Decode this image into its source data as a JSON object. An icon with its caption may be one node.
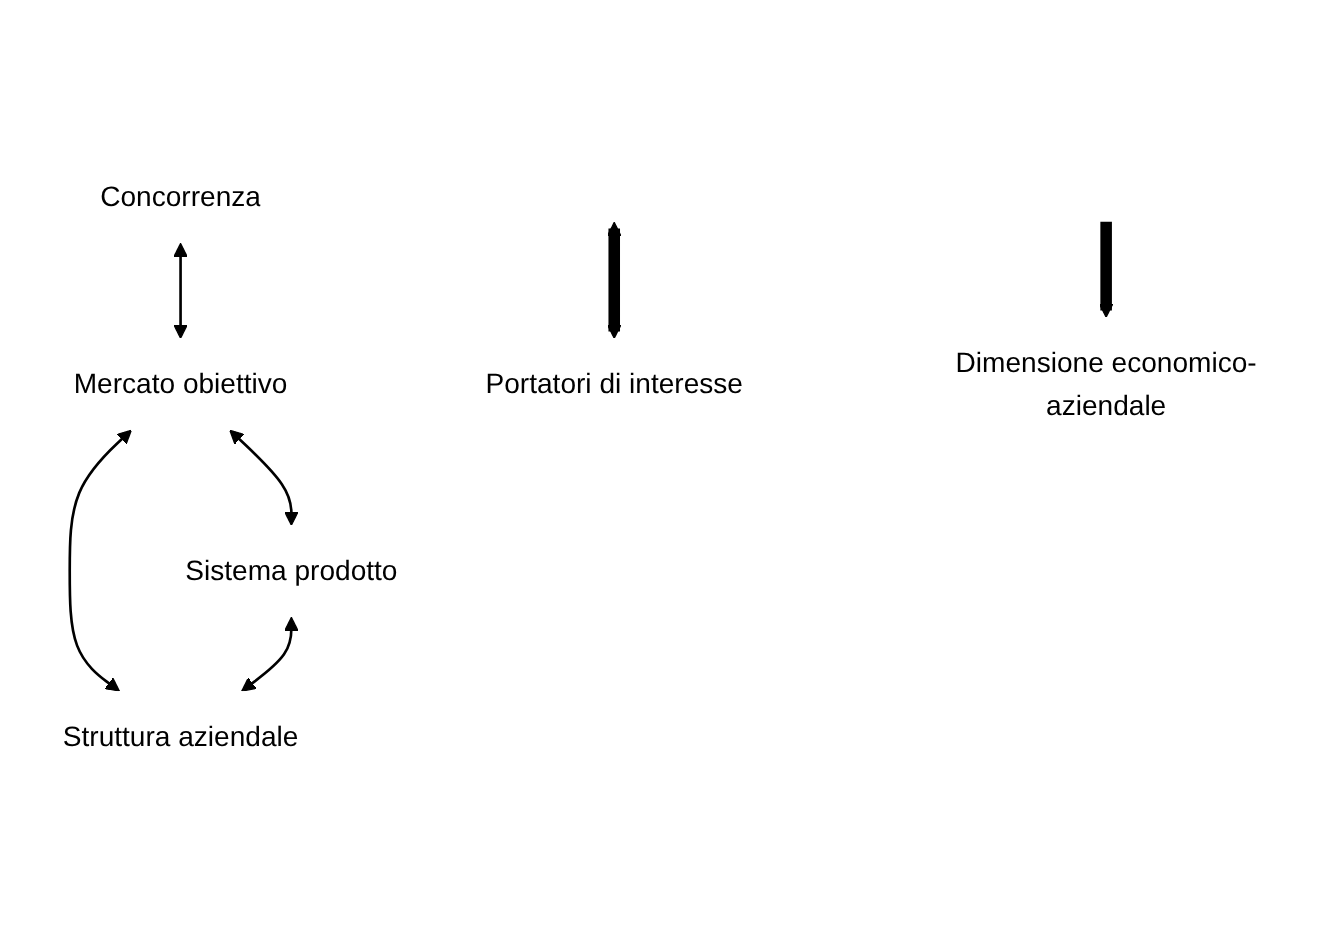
{
  "diagram": {
    "nodes": [
      {
        "text": [
          "Concorrenza"
        ]
      },
      {
        "text": [
          "Mercato obiettivo"
        ]
      },
      {
        "text": [
          "Sistema prodotto"
        ]
      },
      {
        "text": [
          "Struttura aziendale"
        ]
      },
      {
        "text": [
          "Portatori di interesse"
        ]
      },
      {
        "text": [
          "Dimensione economico-aziendale"
        ]
      }
    ],
    "edges": [
      {
        "from": 0,
        "to": 1,
        "arrow": "both"
      },
      {
        "from": 1,
        "to": 2,
        "arrow": "both"
      },
      {
        "from": 1,
        "to": 3,
        "arrow": "both"
      },
      {
        "from": 2,
        "to": 3,
        "arrow": "both"
      },
      {
        "from": null,
        "to": 4,
        "arrow": "both",
        "style": "thick"
      },
      {
        "from": null,
        "to": 5,
        "arrow": "to",
        "style": "thick"
      }
    ]
  }
}
